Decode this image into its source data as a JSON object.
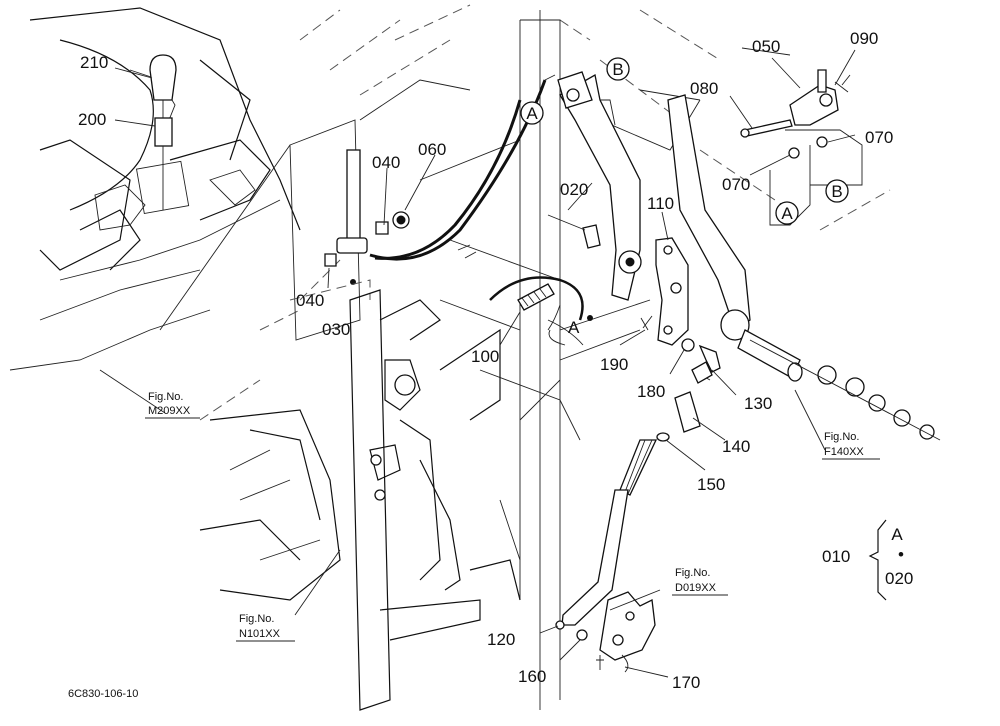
{
  "diagram": {
    "part_labels": {
      "p010": "010",
      "p020a": "020",
      "p020b": "020",
      "p030": "030",
      "p040a": "040",
      "p040b": "040",
      "p050": "050",
      "p060": "060",
      "p070a": "070",
      "p070b": "070",
      "p080": "080",
      "p090": "090",
      "p100": "100",
      "p110": "110",
      "p120": "120",
      "p130": "130",
      "p140": "140",
      "p150": "150",
      "p160": "160",
      "p170": "170",
      "p180": "180",
      "p190": "190",
      "p200": "200",
      "p210": "210"
    },
    "callouts": {
      "A": "A",
      "B": "B"
    },
    "figure_refs": {
      "fig_label": "Fig.No.",
      "m209": "M209XX",
      "n101": "N101XX",
      "f140": "F140XX",
      "d019": "D019XX"
    },
    "set_bracket": {
      "letter": "A",
      "dot": "•"
    },
    "drawing_code": "6C830-106-10"
  }
}
